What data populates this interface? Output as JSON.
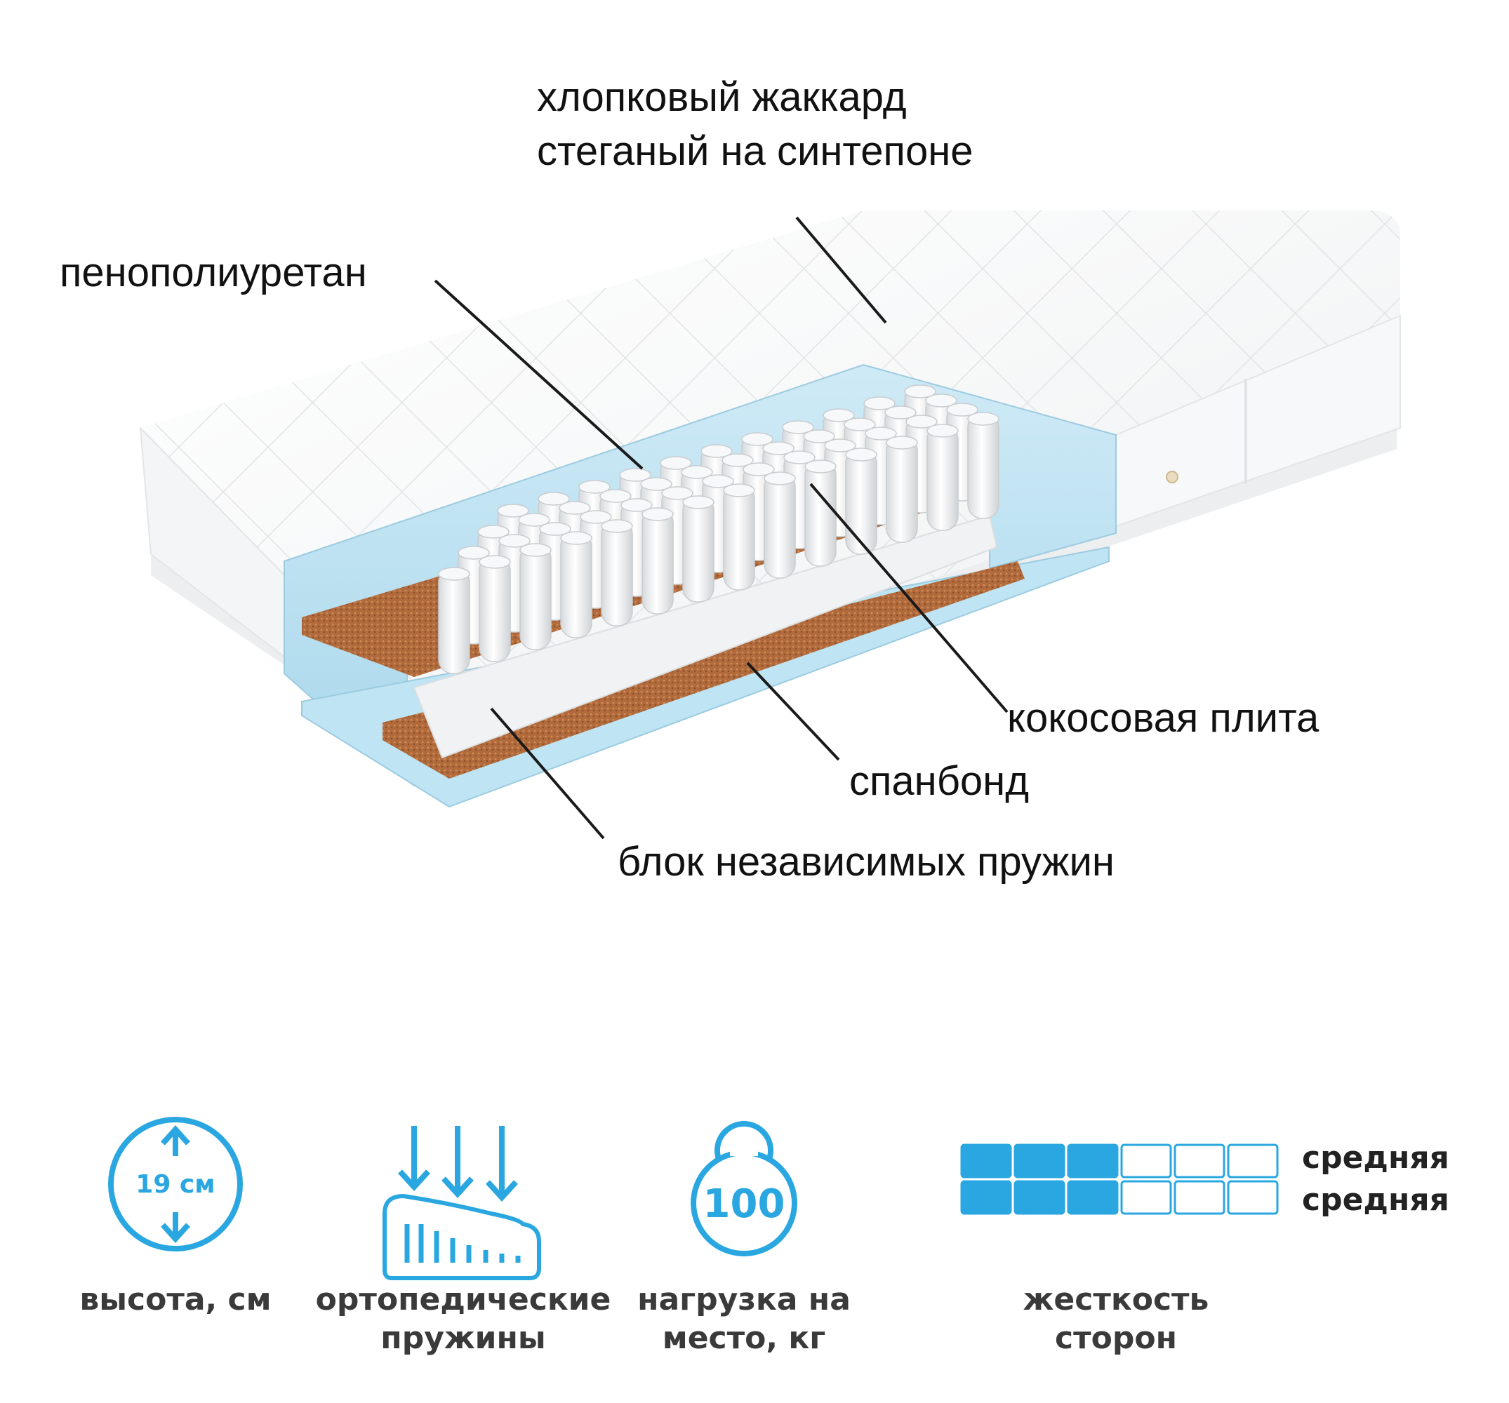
{
  "callouts": {
    "cover": [
      "хлопковый жаккард",
      "стеганый на синтепоне"
    ],
    "foam": "пенополиуретан",
    "coconut": "кокосовая плита",
    "spunbond": "спанбонд",
    "springs": "блок независимых пружин"
  },
  "features": {
    "height": {
      "value": "19 см",
      "caption": [
        "высота, см"
      ],
      "icon": "height-circle-icon"
    },
    "orthopedic": {
      "caption": [
        "ортопедические",
        "пружины"
      ],
      "icon": "orthopedic-springs-icon"
    },
    "load": {
      "value": "100",
      "caption": [
        "нагрузка на",
        "место, кг"
      ],
      "icon": "weight-icon"
    },
    "firmness": {
      "side1": "средняя",
      "side2": "средняя",
      "caption": [
        "жесткость",
        "сторон"
      ],
      "level": 3,
      "max": 6,
      "icon": "firmness-scale-icon"
    }
  },
  "colors": {
    "accent": "#2aa7e0",
    "foam": "#bfe4f3",
    "coconut": "#b06a3c",
    "cover": "#ffffff"
  }
}
